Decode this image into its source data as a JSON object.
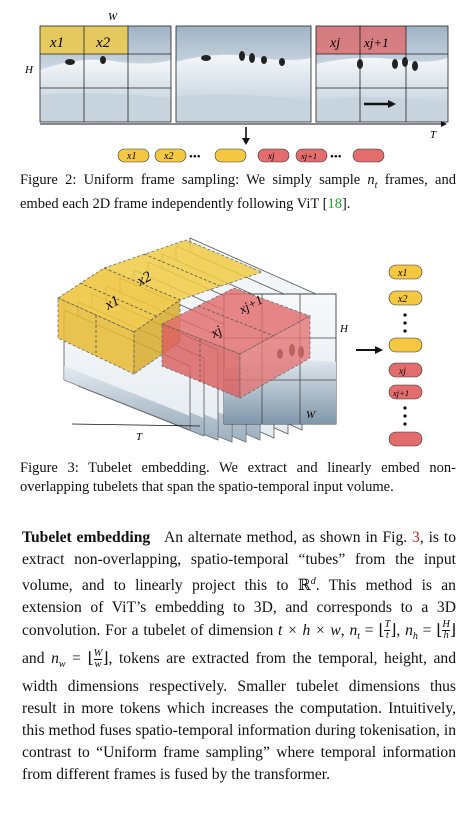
{
  "fig2": {
    "label_W": "W",
    "label_H": "H",
    "label_T": "T",
    "patch_x1": "x1",
    "patch_x2": "x2",
    "patch_xj": "xj",
    "patch_xj1": "xj+1",
    "dots": "•••",
    "caption_pre": "Figure 2: Uniform frame sampling: We simply sample ",
    "caption_nt": "n",
    "caption_nt_sub": "t",
    "caption_mid": " frames, and embed each 2D frame independently following ViT [",
    "caption_ref": "18",
    "caption_post": "].",
    "colors": {
      "yellow": "#f2cc45",
      "red": "#e06a6a",
      "yellow_token": "#f5c842",
      "red_token": "#e36d6d"
    }
  },
  "fig3": {
    "label_H": "H",
    "label_W": "W",
    "label_T": "T",
    "tube_x1": "x1",
    "tube_x2": "x2",
    "tube_xj": "xj",
    "tube_xj1": "xj+1",
    "caption": "Figure 3: Tubelet embedding. We extract and linearly embed non-overlapping tubelets that span the spatio-temporal input volume."
  },
  "section": {
    "heading": "Tubelet embedding",
    "p1": "An alternate method, as shown in Fig.",
    "ref": "3",
    "p2": ", is to extract non-overlapping, spatio-temporal “tubes” from the input volume, and to linearly project this to",
    "p3": ". This method is an extension of ViT’s embedding to 3D, and corresponds to a 3D convolution. For a tubelet of dimension",
    "p4": "tokens are extracted from the temporal, height, and width dimensions respectively. Smaller tubelet dimensions thus result in more tokens which increases the computation. Intuitively, this method fuses spatio-temporal information during tokenisation, in contrast to “Uniform frame sampling” where temporal information from different frames is fused by the transformer."
  }
}
